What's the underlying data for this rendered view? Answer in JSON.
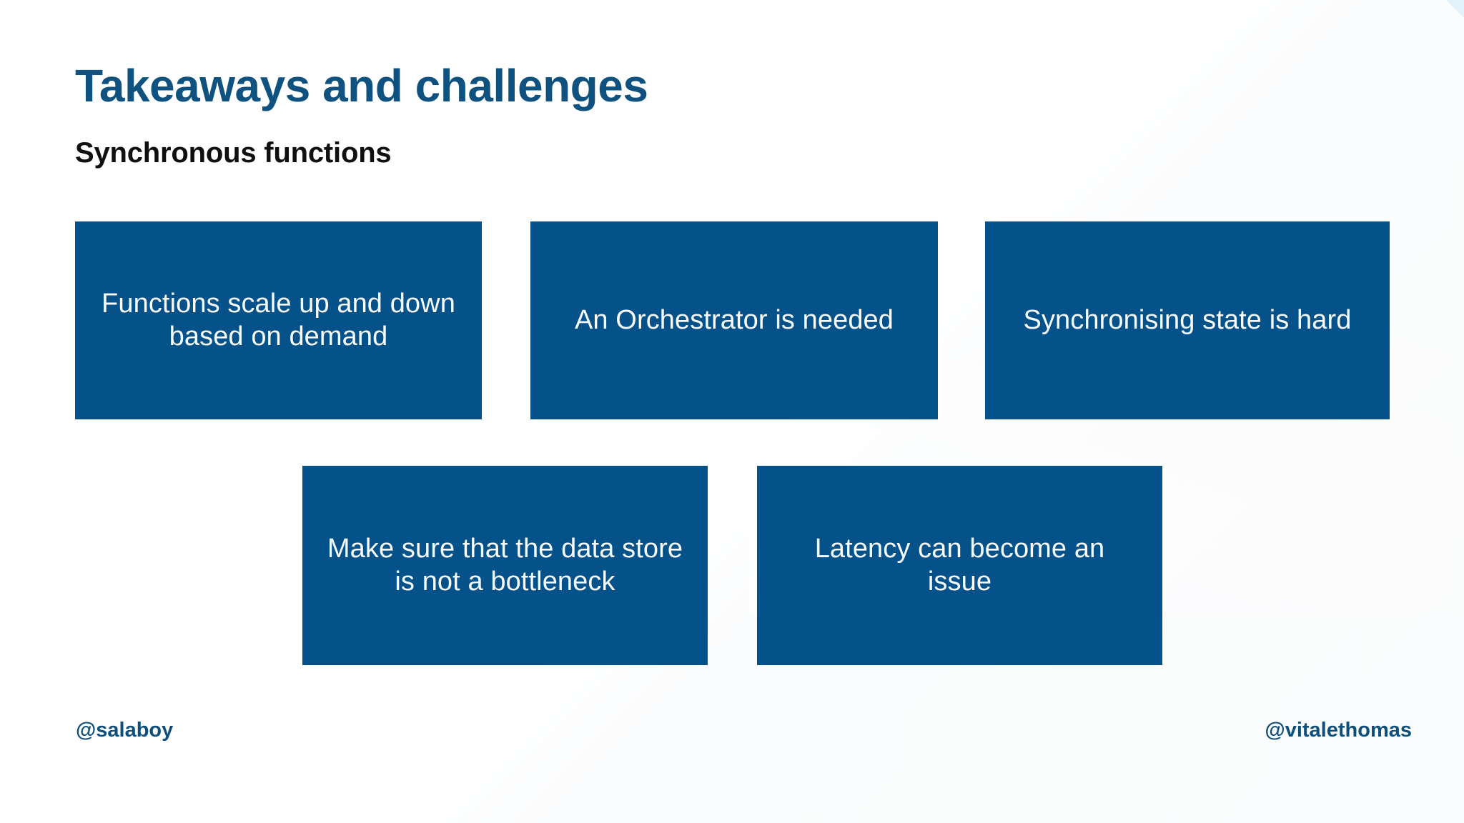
{
  "slide": {
    "title": "Takeaways and challenges",
    "subtitle": "Synchronous functions",
    "theme": {
      "title_color": "#0f527f",
      "subtitle_color": "#101010",
      "box_fill": "#05528a",
      "box_text_color": "#f7fbfd",
      "handle_color": "#0f4f7c",
      "background_color": "#fdfdfe",
      "accent_band_colors": [
        "#e3f1fb",
        "#dceaf3",
        "#e2eef7",
        "#dde8ef",
        "#e1ebf2"
      ]
    }
  },
  "boxes": [
    {
      "id": "functions-scale",
      "text": "Functions scale up and down based on demand"
    },
    {
      "id": "orchestrator",
      "text": "An Orchestrator is needed"
    },
    {
      "id": "synchronising",
      "text": "Synchronising state is hard"
    },
    {
      "id": "data-store",
      "text": "Make sure that the data store is not a bottleneck"
    },
    {
      "id": "latency",
      "text": "Latency can become an issue"
    }
  ],
  "footer": {
    "left_handle": "@salaboy",
    "right_handle": "@vitalethomas"
  }
}
